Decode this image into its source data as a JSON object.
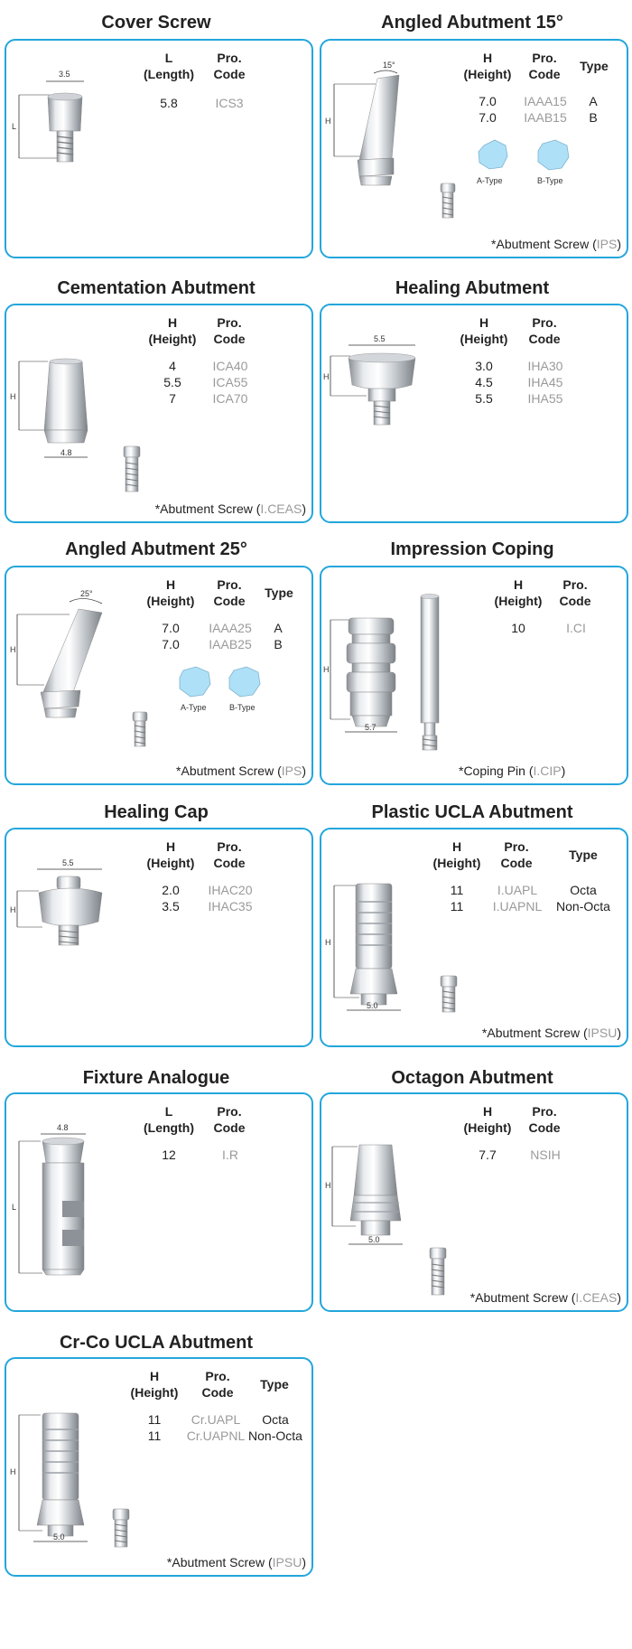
{
  "colors": {
    "border": "#23a6dc",
    "code_gray": "#9a9a9a",
    "octagon_fill": "#aee0f7"
  },
  "cards": {
    "cover": {
      "title": "Cover Screw",
      "h1a": "L",
      "h1b": "(Length)",
      "h2a": "Pro.",
      "h2b": "Code",
      "rows": [
        {
          "v": "5.8",
          "c": "ICS3"
        }
      ],
      "dims": {
        "w": "3.5",
        "h": "L"
      }
    },
    "angled15": {
      "title": "Angled Abutment 15°",
      "h1a": "H",
      "h1b": "(Height)",
      "h2a": "Pro.",
      "h2b": "Code",
      "h3": "Type",
      "rows": [
        {
          "v": "7.0",
          "c": "IAAA15",
          "t": "A"
        },
        {
          "v": "7.0",
          "c": "IAAB15",
          "t": "B"
        }
      ],
      "types": [
        "A-Type",
        "B-Type"
      ],
      "note": "*Abutment Screw (",
      "note_code": "IPS",
      "note_end": ")",
      "dims": {
        "angle": "15°",
        "h": "H"
      }
    },
    "cementation": {
      "title": "Cementation Abutment",
      "h1a": "H",
      "h1b": "(Height)",
      "h2a": "Pro.",
      "h2b": "Code",
      "rows": [
        {
          "v": "4",
          "c": "ICA40"
        },
        {
          "v": "5.5",
          "c": "ICA55"
        },
        {
          "v": "7",
          "c": "ICA70"
        }
      ],
      "note": "*Abutment Screw (",
      "note_code": "I.CEAS",
      "note_end": ")",
      "dims": {
        "w": "4.8",
        "h": "H"
      }
    },
    "healing": {
      "title": "Healing Abutment",
      "h1a": "H",
      "h1b": "(Height)",
      "h2a": "Pro.",
      "h2b": "Code",
      "rows": [
        {
          "v": "3.0",
          "c": "IHA30"
        },
        {
          "v": "4.5",
          "c": "IHA45"
        },
        {
          "v": "5.5",
          "c": "IHA55"
        }
      ],
      "dims": {
        "w": "5.5",
        "h": "H"
      }
    },
    "angled25": {
      "title": "Angled Abutment 25°",
      "h1a": "H",
      "h1b": "(Height)",
      "h2a": "Pro.",
      "h2b": "Code",
      "h3": "Type",
      "rows": [
        {
          "v": "7.0",
          "c": "IAAA25",
          "t": "A"
        },
        {
          "v": "7.0",
          "c": "IAAB25",
          "t": "B"
        }
      ],
      "types": [
        "A-Type",
        "B-Type"
      ],
      "note": "*Abutment Screw (",
      "note_code": "IPS",
      "note_end": ")",
      "dims": {
        "angle": "25°",
        "h": "H"
      }
    },
    "impression": {
      "title": "Impression Coping",
      "h1a": "H",
      "h1b": "(Height)",
      "h2a": "Pro.",
      "h2b": "Code",
      "rows": [
        {
          "v": "10",
          "c": "I.CI"
        }
      ],
      "note": "*Coping Pin (",
      "note_code": "I.CIP",
      "note_end": ")",
      "dims": {
        "w": "5.7",
        "h": "H"
      }
    },
    "healingcap": {
      "title": "Healing Cap",
      "h1a": "H",
      "h1b": "(Height)",
      "h2a": "Pro.",
      "h2b": "Code",
      "rows": [
        {
          "v": "2.0",
          "c": "IHAC20"
        },
        {
          "v": "3.5",
          "c": "IHAC35"
        }
      ],
      "dims": {
        "w": "5.5",
        "h": "H"
      }
    },
    "plasticucla": {
      "title": "Plastic UCLA Abutment",
      "h1a": "H",
      "h1b": "(Height)",
      "h2a": "Pro.",
      "h2b": "Code",
      "h3": "Type",
      "rows": [
        {
          "v": "11",
          "c": "I.UAPL",
          "t": "Octa"
        },
        {
          "v": "11",
          "c": "I.UAPNL",
          "t": "Non-Octa"
        }
      ],
      "note": "*Abutment Screw (",
      "note_code": "IPSU",
      "note_end": ")",
      "dims": {
        "w": "5.0",
        "h": "H"
      }
    },
    "fixture": {
      "title": "Fixture Analogue",
      "h1a": "L",
      "h1b": "(Length)",
      "h2a": "Pro.",
      "h2b": "Code",
      "rows": [
        {
          "v": "12",
          "c": "I.R"
        }
      ],
      "dims": {
        "w": "4.8",
        "h": "L"
      }
    },
    "octagon": {
      "title": "Octagon Abutment",
      "h1a": "H",
      "h1b": "(Height)",
      "h2a": "Pro.",
      "h2b": "Code",
      "rows": [
        {
          "v": "7.7",
          "c": "NSIH"
        }
      ],
      "note": "*Abutment Screw (",
      "note_code": "I.CEAS",
      "note_end": ")",
      "dims": {
        "w": "5.0",
        "h": "H"
      }
    },
    "crco": {
      "title": "Cr-Co UCLA Abutment",
      "h1a": "H",
      "h1b": "(Height)",
      "h2a": "Pro.",
      "h2b": "Code",
      "h3": "Type",
      "rows": [
        {
          "v": "11",
          "c": "Cr.UAPL",
          "t": "Octa"
        },
        {
          "v": "11",
          "c": "Cr.UAPNL",
          "t": "Non-Octa"
        }
      ],
      "note": "*Abutment Screw (",
      "note_code": "IPSU",
      "note_end": ")",
      "dims": {
        "w": "5.0",
        "h": "H"
      }
    }
  }
}
